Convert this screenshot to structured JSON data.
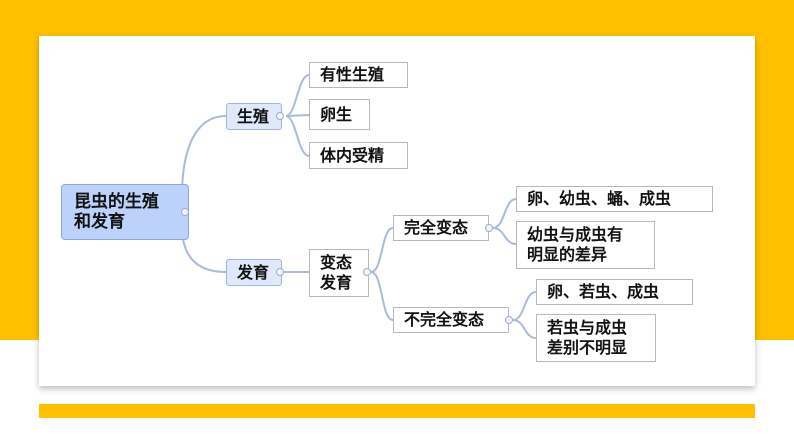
{
  "colors": {
    "band": "#FFC000",
    "line": "#a8bbd9",
    "root_fill": "#bcd2fa",
    "branch_fill": "#dfe9fb"
  },
  "mindmap": {
    "root": {
      "line1": "昆虫的生殖",
      "line2": "和发育"
    },
    "reproduction": {
      "label": "生殖",
      "children": [
        "有性生殖",
        "卵生",
        "体内受精"
      ]
    },
    "development": {
      "label": "发育",
      "metamorphosis": {
        "line1": "变态",
        "line2": "发育"
      },
      "complete": {
        "label": "完全变态",
        "stages": "卵、幼虫、蛹、成虫",
        "note": {
          "line1": "幼虫与成虫有",
          "line2": "明显的差异"
        }
      },
      "incomplete": {
        "label": "不完全变态",
        "stages": "卵、若虫、成虫",
        "note": {
          "line1": "若虫与成虫",
          "line2": "差别不明显"
        }
      }
    }
  }
}
